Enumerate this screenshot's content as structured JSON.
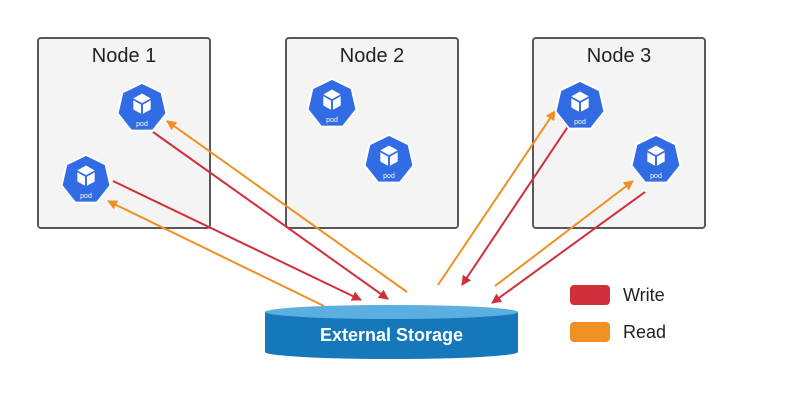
{
  "nodes": [
    {
      "label": "Node 1"
    },
    {
      "label": "Node 2"
    },
    {
      "label": "Node 3"
    }
  ],
  "pods": [
    {
      "node": "Node 1",
      "label": "pod"
    },
    {
      "node": "Node 1",
      "label": "pod"
    },
    {
      "node": "Node 2",
      "label": "pod"
    },
    {
      "node": "Node 2",
      "label": "pod"
    },
    {
      "node": "Node 3",
      "label": "pod"
    },
    {
      "node": "Node 3",
      "label": "pod"
    }
  ],
  "storage": {
    "label": "External Storage"
  },
  "legend": [
    {
      "label": "Write",
      "color": "#d12f3c"
    },
    {
      "label": "Read",
      "color": "#f08f24"
    }
  ],
  "colors": {
    "write": "#d12f3c",
    "read": "#f08f24",
    "pod": "#326ce5",
    "storage_fill": "#1478ba",
    "storage_rim": "#5aaee0",
    "node_border": "#585858",
    "node_fill": "#f4f4f4"
  },
  "arrows": [
    {
      "type": "write",
      "from": "Node 1 upper pod",
      "to": "External Storage"
    },
    {
      "type": "read",
      "from": "External Storage",
      "to": "Node 1 upper pod"
    },
    {
      "type": "write",
      "from": "Node 1 lower pod",
      "to": "External Storage"
    },
    {
      "type": "read",
      "from": "External Storage",
      "to": "Node 1 lower pod"
    },
    {
      "type": "read",
      "from": "External Storage",
      "to": "Node 3 upper pod"
    },
    {
      "type": "write",
      "from": "Node 3 upper pod",
      "to": "External Storage"
    },
    {
      "type": "read",
      "from": "External Storage",
      "to": "Node 3 lower pod"
    },
    {
      "type": "write",
      "from": "Node 3 lower pod",
      "to": "External Storage"
    }
  ]
}
